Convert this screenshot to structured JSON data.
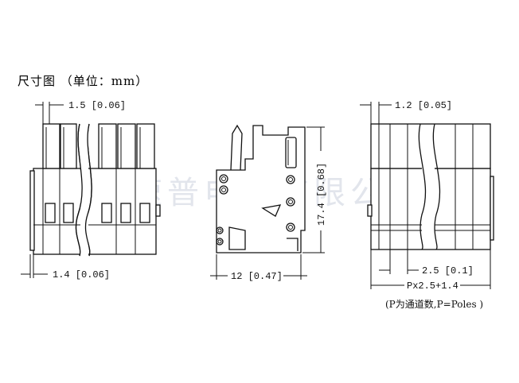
{
  "title": "尺寸图 （单位：mm）",
  "watermark": "宁波速普电子有限公司",
  "dims": {
    "pin_width": "1.5 [0.06]",
    "body_offset": "1.4 [0.06]",
    "side_width": "12 [0.47]",
    "height": "17.4 [0.68]",
    "side_pin": "1.2 [0.05]",
    "pitch": "2.5 [0.1]",
    "total": "Px2.5+1.4"
  },
  "note": "(P为通道数,P=Poles )"
}
